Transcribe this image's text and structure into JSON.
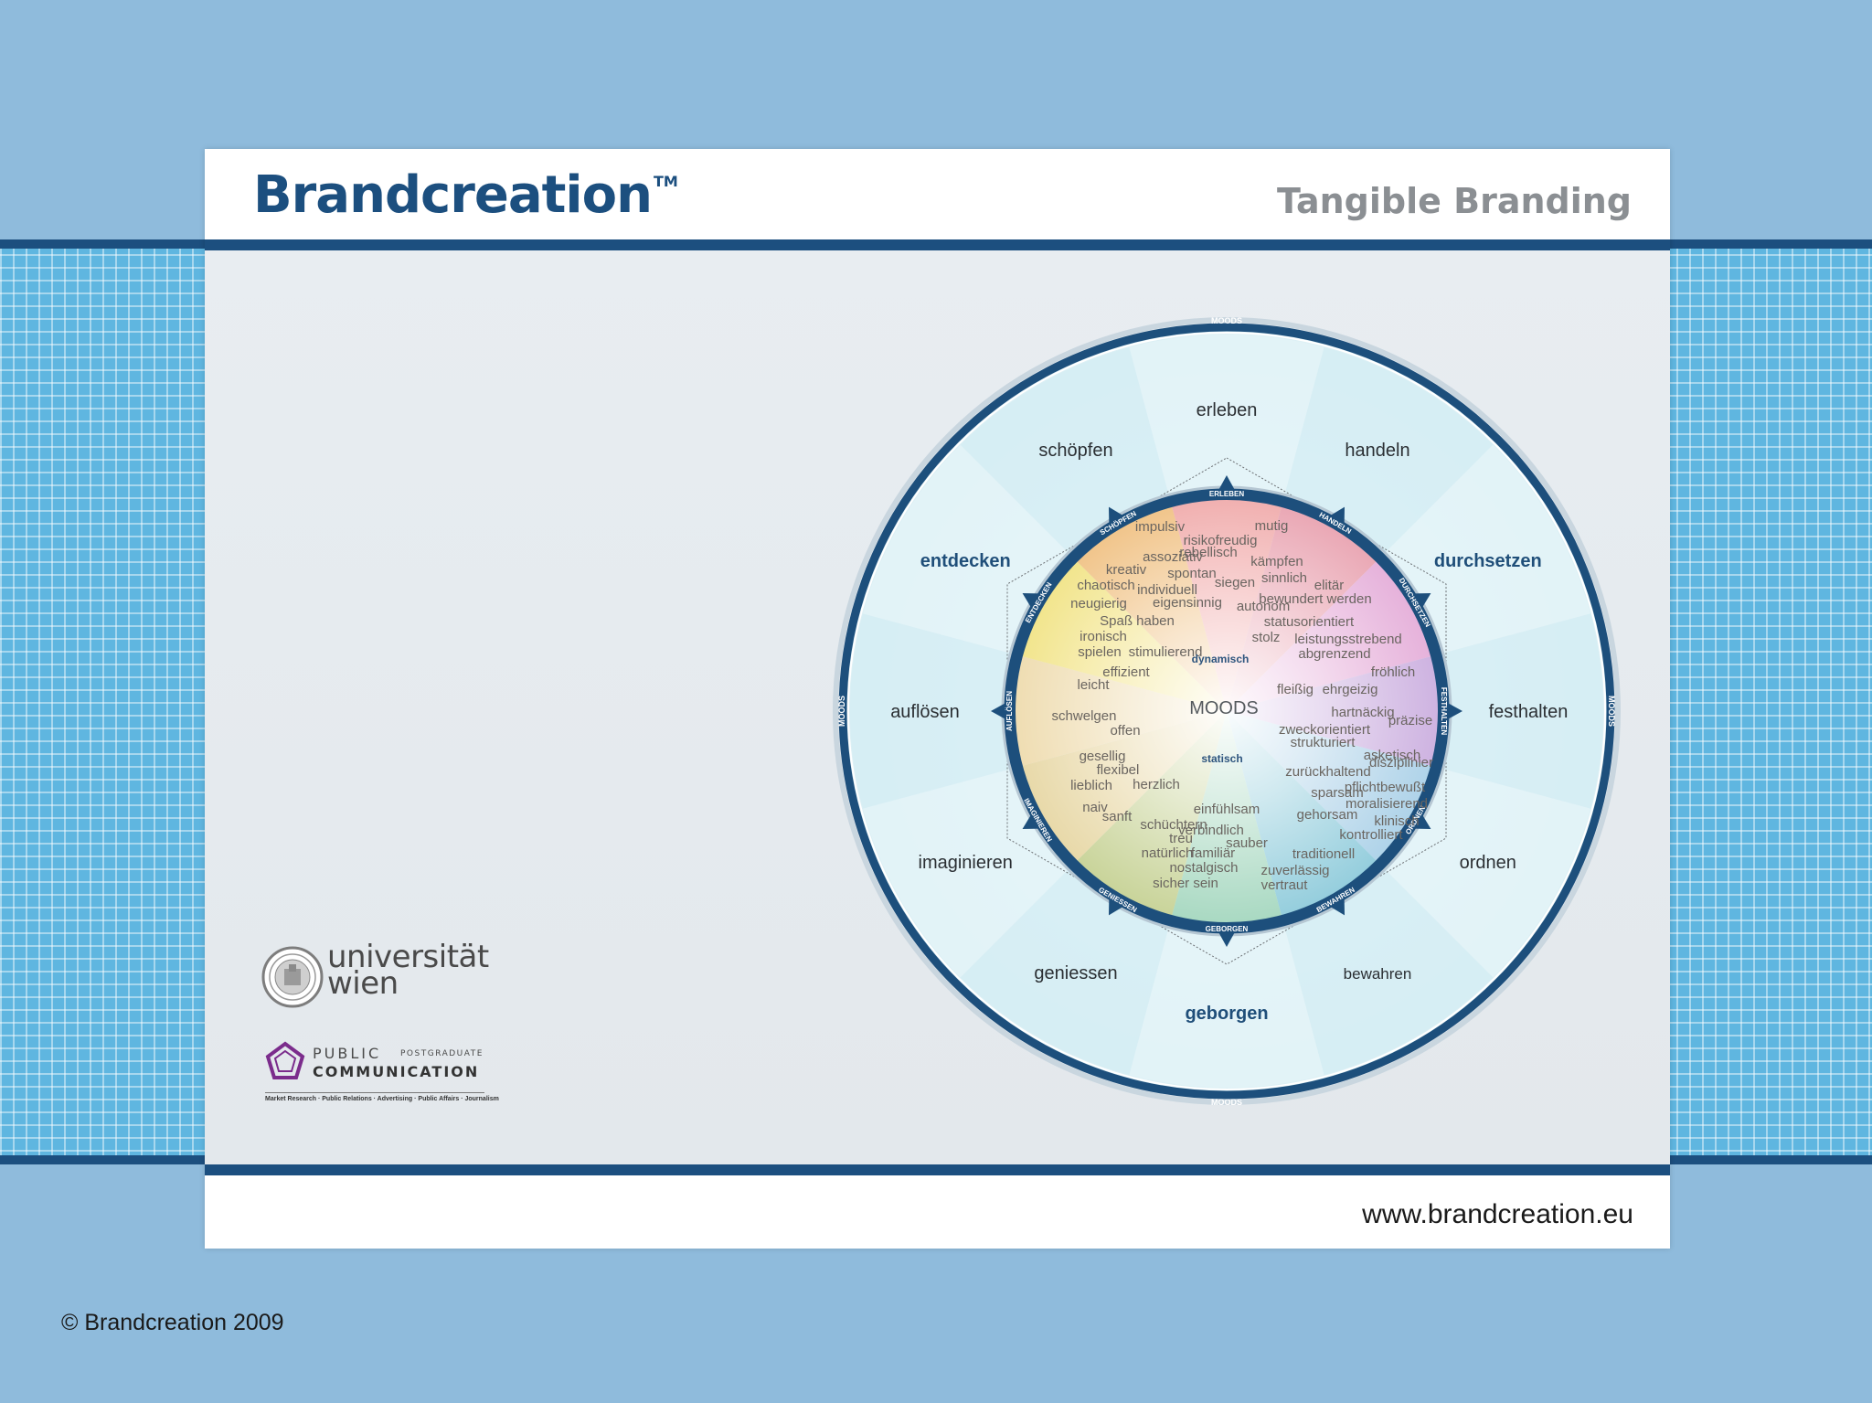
{
  "header": {
    "brand": "Brandcreation",
    "trademark": "TM",
    "tagline": "Tangible Branding"
  },
  "footer": {
    "url": "www.brandcreation.eu"
  },
  "copyright": "© Brandcreation 2009",
  "logos": {
    "university_line1": "universität",
    "university_line2": "wien",
    "pc_public": "PUBLIC",
    "pc_postgraduate": "POSTGRADUATE",
    "pc_communication": "COMMUNICATION",
    "pc_fields": "Market Research · Public Relations · Advertising · Public Affairs · Journalism"
  },
  "diagram": {
    "center_label": "MOODS",
    "ring_label": "MOODS",
    "axis_upper": "dynamisch",
    "axis_lower": "statisch",
    "outer_labels": [
      "erleben",
      "handeln",
      "durchsetzen",
      "festhalten",
      "ordnen",
      "bewahren",
      "geborgen",
      "geniessen",
      "imaginieren",
      "auflösen",
      "entdecken",
      "schöpfen"
    ],
    "ring_labels": [
      "ERLEBEN",
      "HANDELN",
      "DURCHSETZEN",
      "FESTHALTEN",
      "ORDNEN",
      "BEWAHREN",
      "GEBORGEN",
      "GENIESSEN",
      "IMAGINIEREN",
      "AUFLÖSEN",
      "ENTDECKEN",
      "SCHÖPFEN"
    ],
    "mood_words": [
      "impulsiv",
      "mutig",
      "risikofreudig",
      "rebellisch",
      "assoziativ",
      "kreativ",
      "spontan",
      "kämpfen",
      "chaotisch",
      "individuell",
      "siegen",
      "sinnlich",
      "elitär",
      "neugierig",
      "bewundert werden",
      "eigensinnig",
      "autonom",
      "Spaß haben",
      "statusorientiert",
      "ironisch",
      "stolz",
      "leistungsstrebend",
      "spielen",
      "stimulierend",
      "abgrenzend",
      "effizient",
      "fröhlich",
      "fleißig",
      "ehrgeizig",
      "leicht",
      "hartnäckig",
      "präzise",
      "schwelgen",
      "offen",
      "zweckorientiert",
      "strukturiert",
      "asketisch",
      "gesellig",
      "disziplinier",
      "flexibel",
      "zurückhaltend",
      "lieblich",
      "pflichtbewußt",
      "herzlich",
      "sparsam",
      "moralisierend",
      "einfühlsam",
      "naiv",
      "gehorsam",
      "sanft",
      "schüchtern",
      "verbindlich",
      "klinisch",
      "treu",
      "sauber",
      "kontrolliert",
      "natürlich",
      "familiär",
      "traditionell",
      "nostalgisch",
      "zuverlässig",
      "sicher sein",
      "vertraut"
    ]
  }
}
